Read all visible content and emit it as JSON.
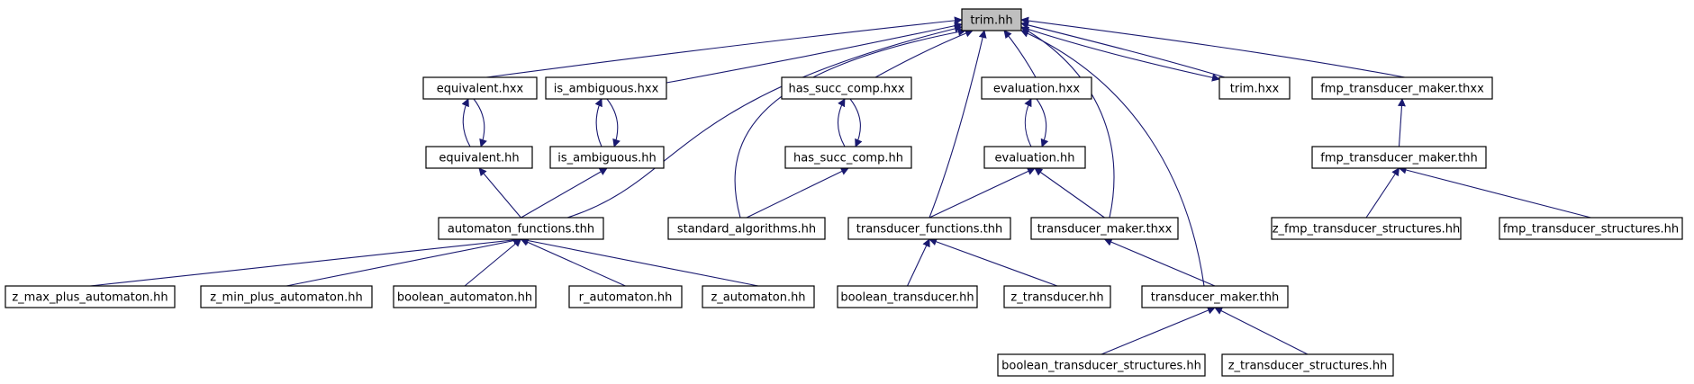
{
  "colors": {
    "edge": "#191970",
    "node_fill": "#ffffff",
    "root_fill": "#bfbfbf"
  },
  "nodes": [
    {
      "id": "trim_hh",
      "label": "trim.hh",
      "root": true
    },
    {
      "id": "equivalent_hxx",
      "label": "equivalent.hxx"
    },
    {
      "id": "is_ambiguous_hxx",
      "label": "is_ambiguous.hxx"
    },
    {
      "id": "has_succ_comp_hxx",
      "label": "has_succ_comp.hxx"
    },
    {
      "id": "evaluation_hxx",
      "label": "evaluation.hxx"
    },
    {
      "id": "trim_hxx",
      "label": "trim.hxx"
    },
    {
      "id": "fmp_transducer_maker_thxx",
      "label": "fmp_transducer_maker.thxx"
    },
    {
      "id": "equivalent_hh",
      "label": "equivalent.hh"
    },
    {
      "id": "is_ambiguous_hh",
      "label": "is_ambiguous.hh"
    },
    {
      "id": "has_succ_comp_hh",
      "label": "has_succ_comp.hh"
    },
    {
      "id": "evaluation_hh",
      "label": "evaluation.hh"
    },
    {
      "id": "fmp_transducer_maker_thh",
      "label": "fmp_transducer_maker.thh"
    },
    {
      "id": "automaton_functions_thh",
      "label": "automaton_functions.thh"
    },
    {
      "id": "standard_algorithms_hh",
      "label": "standard_algorithms.hh"
    },
    {
      "id": "transducer_functions_thh",
      "label": "transducer_functions.thh"
    },
    {
      "id": "transducer_maker_thxx",
      "label": "transducer_maker.thxx"
    },
    {
      "id": "z_fmp_transducer_structures_hh",
      "label": "z_fmp_transducer_structures.hh"
    },
    {
      "id": "fmp_transducer_structures_hh",
      "label": "fmp_transducer_structures.hh"
    },
    {
      "id": "z_max_plus_automaton_hh",
      "label": "z_max_plus_automaton.hh"
    },
    {
      "id": "z_min_plus_automaton_hh",
      "label": "z_min_plus_automaton.hh"
    },
    {
      "id": "boolean_automaton_hh",
      "label": "boolean_automaton.hh"
    },
    {
      "id": "r_automaton_hh",
      "label": "r_automaton.hh"
    },
    {
      "id": "z_automaton_hh",
      "label": "z_automaton.hh"
    },
    {
      "id": "boolean_transducer_hh",
      "label": "boolean_transducer.hh"
    },
    {
      "id": "z_transducer_hh",
      "label": "z_transducer.hh"
    },
    {
      "id": "transducer_maker_thh",
      "label": "transducer_maker.thh"
    },
    {
      "id": "boolean_transducer_structures_hh",
      "label": "boolean_transducer_structures.hh"
    },
    {
      "id": "z_transducer_structures_hh",
      "label": "z_transducer_structures.hh"
    }
  ],
  "edges": [
    {
      "from": "equivalent_hxx",
      "to": "trim_hh"
    },
    {
      "from": "is_ambiguous_hxx",
      "to": "trim_hh"
    },
    {
      "from": "automaton_functions_thh",
      "to": "trim_hh"
    },
    {
      "from": "standard_algorithms_hh",
      "to": "trim_hh"
    },
    {
      "from": "has_succ_comp_hxx",
      "to": "trim_hh"
    },
    {
      "from": "transducer_functions_thh",
      "to": "trim_hh"
    },
    {
      "from": "evaluation_hxx",
      "to": "trim_hh"
    },
    {
      "from": "transducer_maker_thxx",
      "to": "trim_hh"
    },
    {
      "from": "transducer_maker_thh",
      "to": "trim_hh"
    },
    {
      "from": "trim_hxx",
      "to": "trim_hh"
    },
    {
      "from": "trim_hh",
      "to": "trim_hxx"
    },
    {
      "from": "fmp_transducer_maker_thxx",
      "to": "trim_hh"
    },
    {
      "from": "equivalent_hh",
      "to": "equivalent_hxx"
    },
    {
      "from": "equivalent_hxx",
      "to": "equivalent_hh"
    },
    {
      "from": "is_ambiguous_hh",
      "to": "is_ambiguous_hxx"
    },
    {
      "from": "is_ambiguous_hxx",
      "to": "is_ambiguous_hh"
    },
    {
      "from": "has_succ_comp_hh",
      "to": "has_succ_comp_hxx"
    },
    {
      "from": "has_succ_comp_hxx",
      "to": "has_succ_comp_hh"
    },
    {
      "from": "evaluation_hh",
      "to": "evaluation_hxx"
    },
    {
      "from": "evaluation_hxx",
      "to": "evaluation_hh"
    },
    {
      "from": "fmp_transducer_maker_thh",
      "to": "fmp_transducer_maker_thxx"
    },
    {
      "from": "automaton_functions_thh",
      "to": "equivalent_hh"
    },
    {
      "from": "automaton_functions_thh",
      "to": "is_ambiguous_hh"
    },
    {
      "from": "standard_algorithms_hh",
      "to": "has_succ_comp_hh"
    },
    {
      "from": "transducer_functions_thh",
      "to": "evaluation_hh"
    },
    {
      "from": "transducer_maker_thxx",
      "to": "evaluation_hh"
    },
    {
      "from": "z_fmp_transducer_structures_hh",
      "to": "fmp_transducer_maker_thh"
    },
    {
      "from": "fmp_transducer_structures_hh",
      "to": "fmp_transducer_maker_thh"
    },
    {
      "from": "z_max_plus_automaton_hh",
      "to": "automaton_functions_thh"
    },
    {
      "from": "z_min_plus_automaton_hh",
      "to": "automaton_functions_thh"
    },
    {
      "from": "boolean_automaton_hh",
      "to": "automaton_functions_thh"
    },
    {
      "from": "r_automaton_hh",
      "to": "automaton_functions_thh"
    },
    {
      "from": "z_automaton_hh",
      "to": "automaton_functions_thh"
    },
    {
      "from": "boolean_transducer_hh",
      "to": "transducer_functions_thh"
    },
    {
      "from": "z_transducer_hh",
      "to": "transducer_functions_thh"
    },
    {
      "from": "transducer_maker_thh",
      "to": "transducer_maker_thxx"
    },
    {
      "from": "boolean_transducer_structures_hh",
      "to": "transducer_maker_thh"
    },
    {
      "from": "z_transducer_structures_hh",
      "to": "transducer_maker_thh"
    }
  ]
}
